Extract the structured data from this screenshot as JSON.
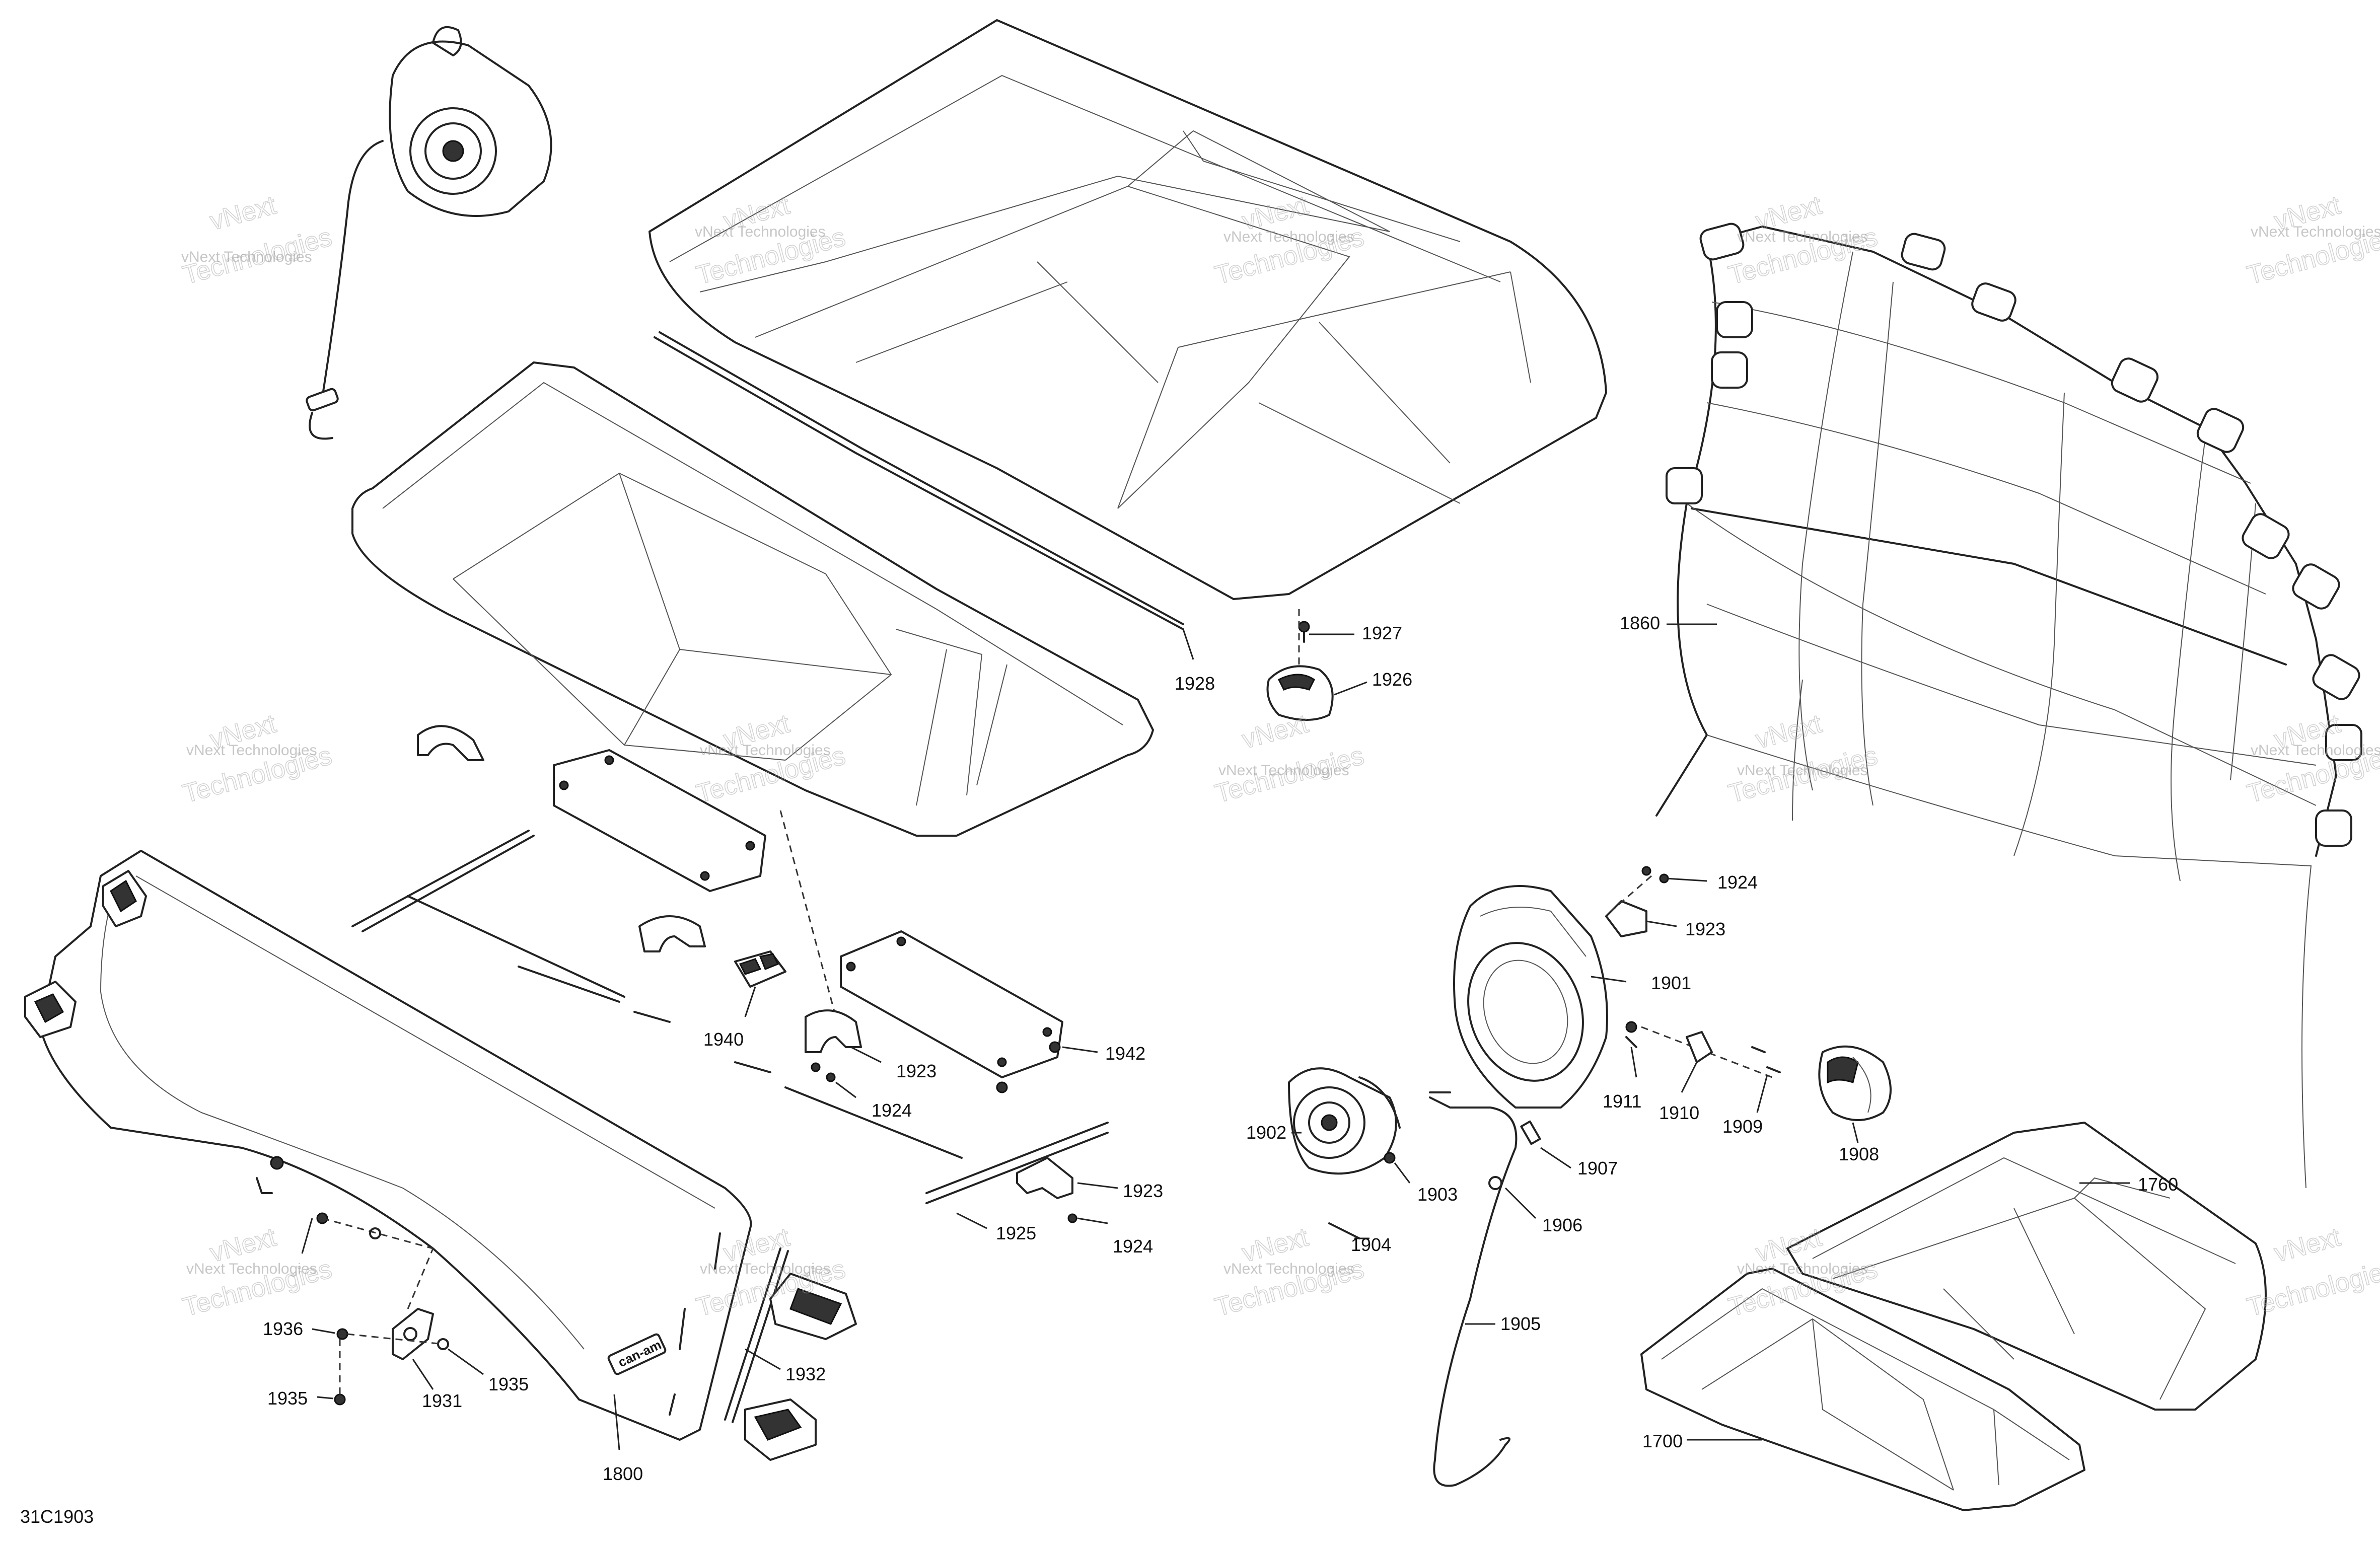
{
  "diagram_code": "31C1903",
  "brand_mark": "can-am",
  "watermark": {
    "line1": "vNext Technologies",
    "line2": "vNext",
    "line3": "Technologies"
  },
  "callouts": {
    "c1927": "1927",
    "c1926": "1926",
    "c1928": "1928",
    "c1860": "1860",
    "c1924a": "1924",
    "c1923a": "1923",
    "c1901": "1901",
    "c1940": "1940",
    "c1923b": "1923",
    "c1942": "1942",
    "c1924b": "1924",
    "c1902": "1902",
    "c1911": "1911",
    "c1910": "1910",
    "c1909": "1909",
    "c1908": "1908",
    "c1903": "1903",
    "c1907": "1907",
    "c1923c": "1923",
    "c1925": "1925",
    "c1924c": "1924",
    "c1904": "1904",
    "c1906": "1906",
    "c1760": "1760",
    "c1936": "1936",
    "c1935a": "1935",
    "c1931": "1931",
    "c1935b": "1935",
    "c1932": "1932",
    "c1905": "1905",
    "c1800": "1800",
    "c1700": "1700"
  }
}
